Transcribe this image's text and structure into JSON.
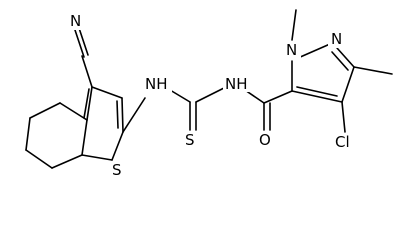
{
  "atoms": [
    {
      "id": "n_nitrile",
      "label": "N"
    },
    {
      "id": "s_thiophene",
      "label": "S"
    },
    {
      "id": "nh_left",
      "label": "NH"
    },
    {
      "id": "s_thione",
      "label": "S"
    },
    {
      "id": "nh_right",
      "label": "NH"
    },
    {
      "id": "o_carbonyl",
      "label": "O"
    },
    {
      "id": "n1_pyrazole",
      "label": "N"
    },
    {
      "id": "n2_pyrazole",
      "label": "N"
    },
    {
      "id": "cl",
      "label": "Cl"
    }
  ]
}
